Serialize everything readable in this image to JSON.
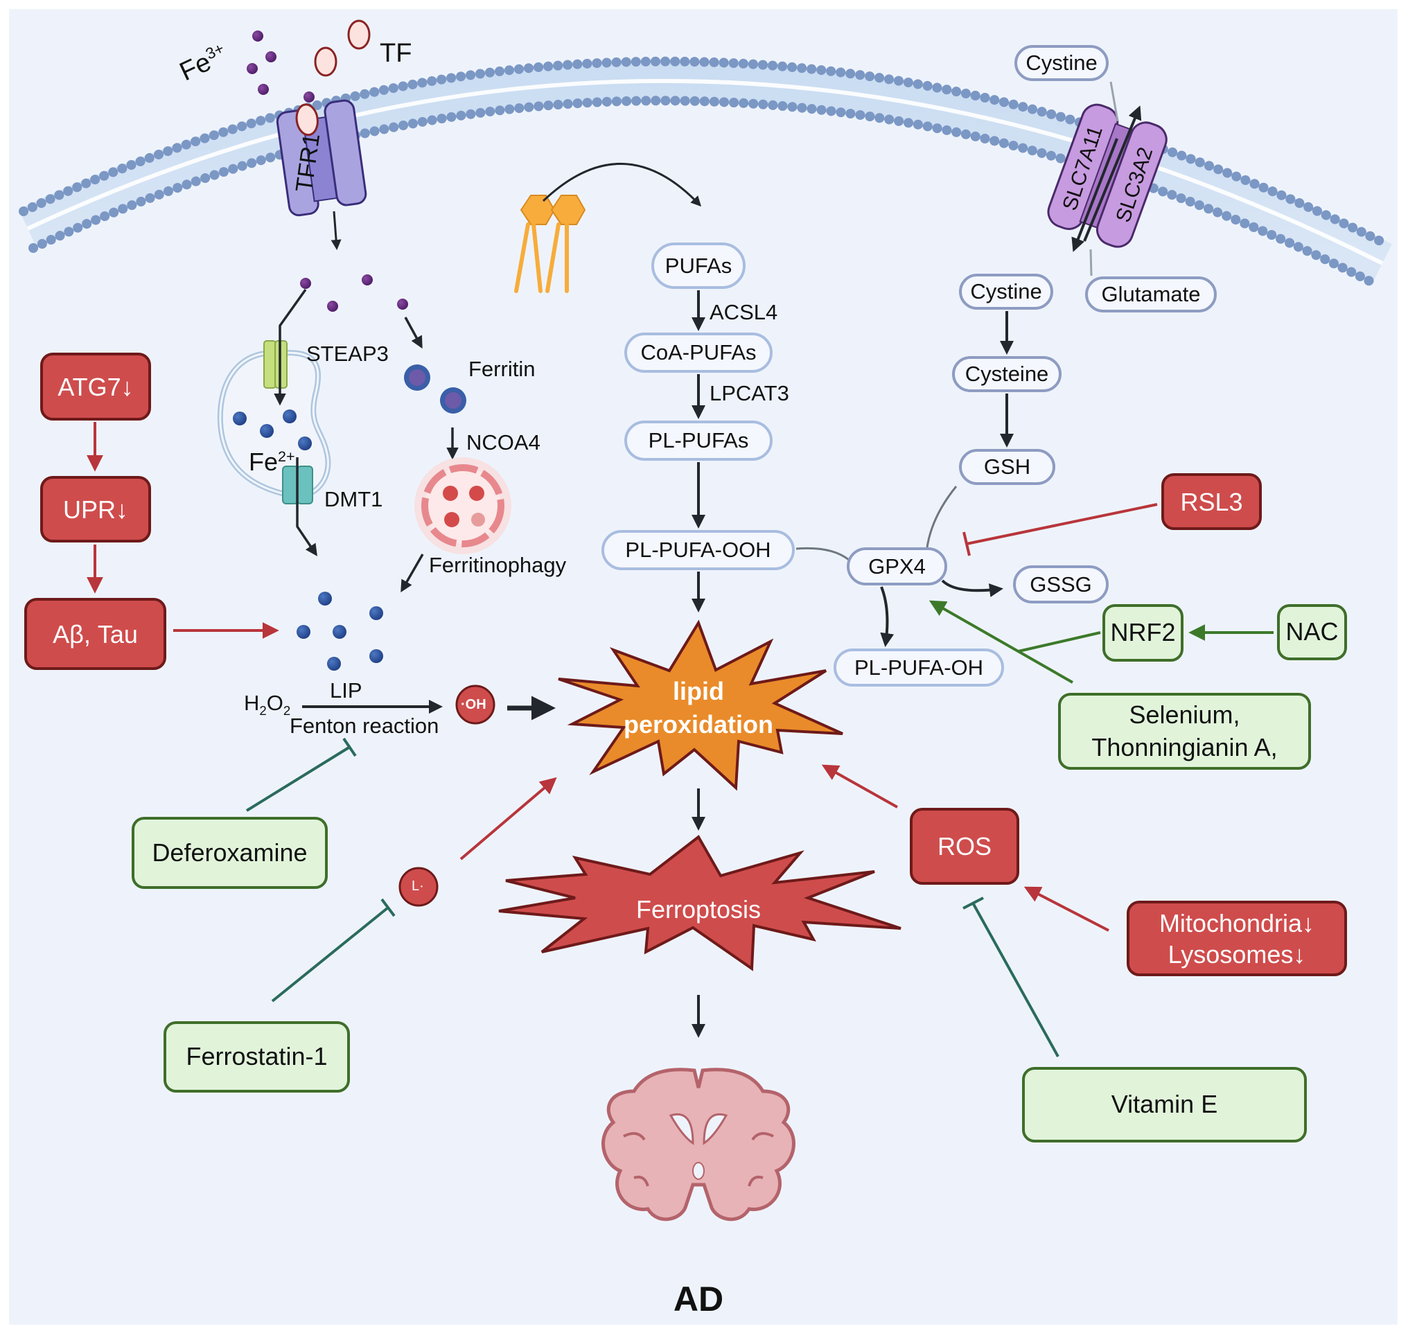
{
  "figure": {
    "title": "AD",
    "colors": {
      "background": "#eef3fb",
      "promoter_red": "#cf4c4c",
      "inhibitor_green": "#e1f4da",
      "inhibitor_border": "#3f6e2a",
      "lipid_peroxidation": "#e98b2a",
      "ferroptosis": "#cf4c4c",
      "node_border": "#8e9cc2"
    }
  },
  "iron_uptake": {
    "fe3": "Fe",
    "fe3_charge": "3+",
    "tf": "TF",
    "tfr1": "TFR1",
    "steap3": "STEAP3",
    "fe2": "Fe",
    "fe2_charge": "2+",
    "dmt1": "DMT1",
    "ferritin": "Ferritin",
    "ncoa4": "NCOA4",
    "ferritinophagy": "Ferritinophagy",
    "lip": "LIP",
    "h2o2_h": "H",
    "h2o2_sub1": "2",
    "h2o2_o": "O",
    "h2o2_sub2": "2",
    "fenton": "Fenton reaction",
    "oh_radical": "·OH"
  },
  "lipid_pathway": {
    "pufas": "PUFAs",
    "acsl4": "ACSL4",
    "coa_pufas": "CoA-PUFAs",
    "lpcat3": "LPCAT3",
    "pl_pufas": "PL-PUFAs",
    "pl_pufa_ooh": "PL-PUFA-OOH",
    "lipid_peroxidation_line1": "lipid",
    "lipid_peroxidation_line2": "peroxidation",
    "ferroptosis": "Ferroptosis",
    "lipid_radical": "L·"
  },
  "system_xc": {
    "cystine_out": "Cystine",
    "slc7a11": "SLC7A11",
    "slc3a2": "SLC3A2",
    "cystine_in": "Cystine",
    "glutamate": "Glutamate",
    "cysteine": "Cysteine",
    "gsh": "GSH",
    "gpx4": "GPX4",
    "gssg": "GSSG",
    "pl_pufa_oh": "PL-PUFA-OH"
  },
  "promoters": {
    "atg7": "ATG7↓",
    "upr": "UPR↓",
    "abeta_tau": "Aβ, Tau",
    "rsl3": "RSL3",
    "ros": "ROS",
    "mito_line1": "Mitochondria↓",
    "mito_line2": "Lysosomes↓"
  },
  "inhibitors": {
    "deferoxamine": "Deferoxamine",
    "ferrostatin": "Ferrostatin-1",
    "nrf2": "NRF2",
    "nac": "NAC",
    "selenium_line1": "Selenium,",
    "selenium_line2": "Thonningianin A,",
    "vitamin_e": "Vitamin E"
  }
}
